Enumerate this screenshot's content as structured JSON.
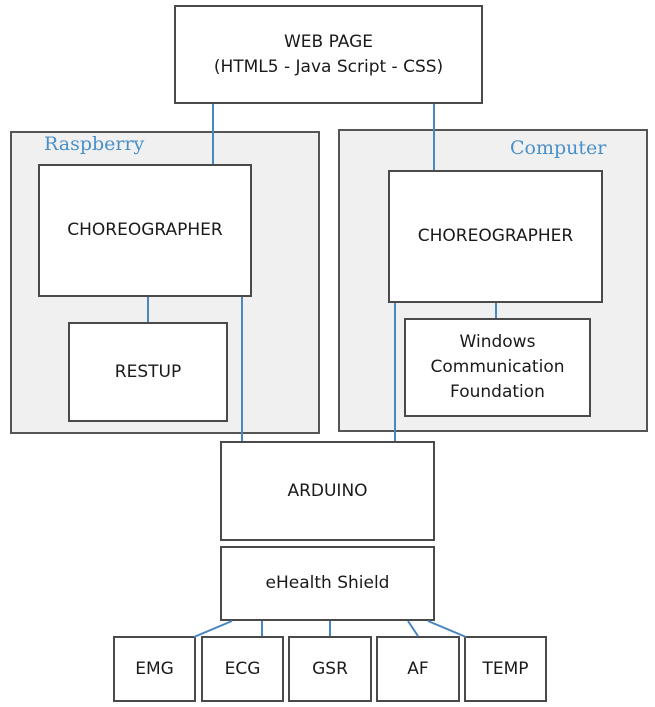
{
  "groups": {
    "raspberry": "Raspberry",
    "computer": "Computer"
  },
  "nodes": {
    "web_page": {
      "line1": "WEB PAGE",
      "line2": "(HTML5 - Java Script - CSS)"
    },
    "choreographer_raspberry": "CHOREOGRAPHER",
    "restup": "RESTUP",
    "choreographer_computer": "CHOREOGRAPHER",
    "wcf": {
      "line1": "Windows",
      "line2": "Communication",
      "line3": "Foundation"
    },
    "arduino": "ARDUINO",
    "ehealth_shield": "eHealth Shield",
    "sensors": [
      "EMG",
      "ECG",
      "GSR",
      "AF",
      "TEMP"
    ]
  },
  "colors": {
    "connector": "#4a86c0",
    "group_label": "#4a90c8",
    "group_fill": "#f0f0f0",
    "border": "#4a4a4a"
  }
}
